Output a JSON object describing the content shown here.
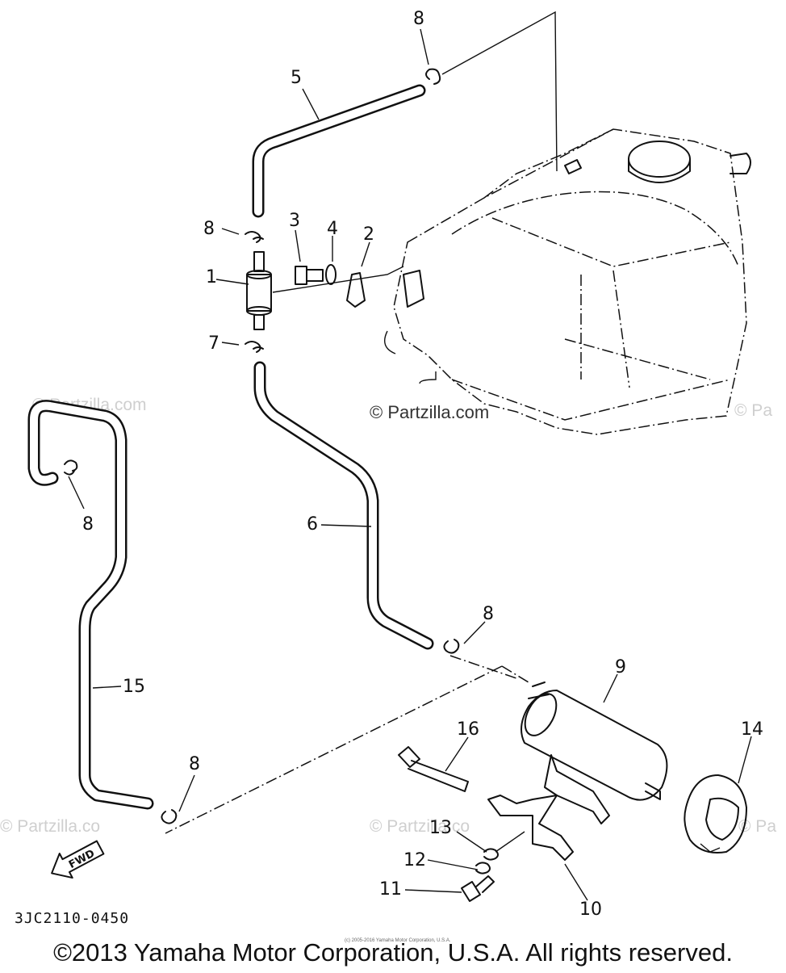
{
  "diagram": {
    "parts": [
      {
        "number": "1"
      },
      {
        "number": "2"
      },
      {
        "number": "3"
      },
      {
        "number": "4"
      },
      {
        "number": "5"
      },
      {
        "number": "6"
      },
      {
        "number": "7"
      },
      {
        "number": "8"
      },
      {
        "number": "9"
      },
      {
        "number": "10"
      },
      {
        "number": "11"
      },
      {
        "number": "12"
      },
      {
        "number": "13"
      },
      {
        "number": "14"
      },
      {
        "number": "15"
      },
      {
        "number": "16"
      }
    ],
    "callout_8": "8",
    "fwd_label": "FWD",
    "diagram_code": "3JC2110-0450",
    "watermark": "© Partzilla.com",
    "watermark_short": "© Pa",
    "watermark_mid": "© Partzilla.co",
    "small_copyright": "(c) 2005-2016 Yamaha Motor Corporation, U.S.A.",
    "footer_copyright": "©2013 Yamaha Motor Corporation, U.S.A. All rights reserved."
  }
}
